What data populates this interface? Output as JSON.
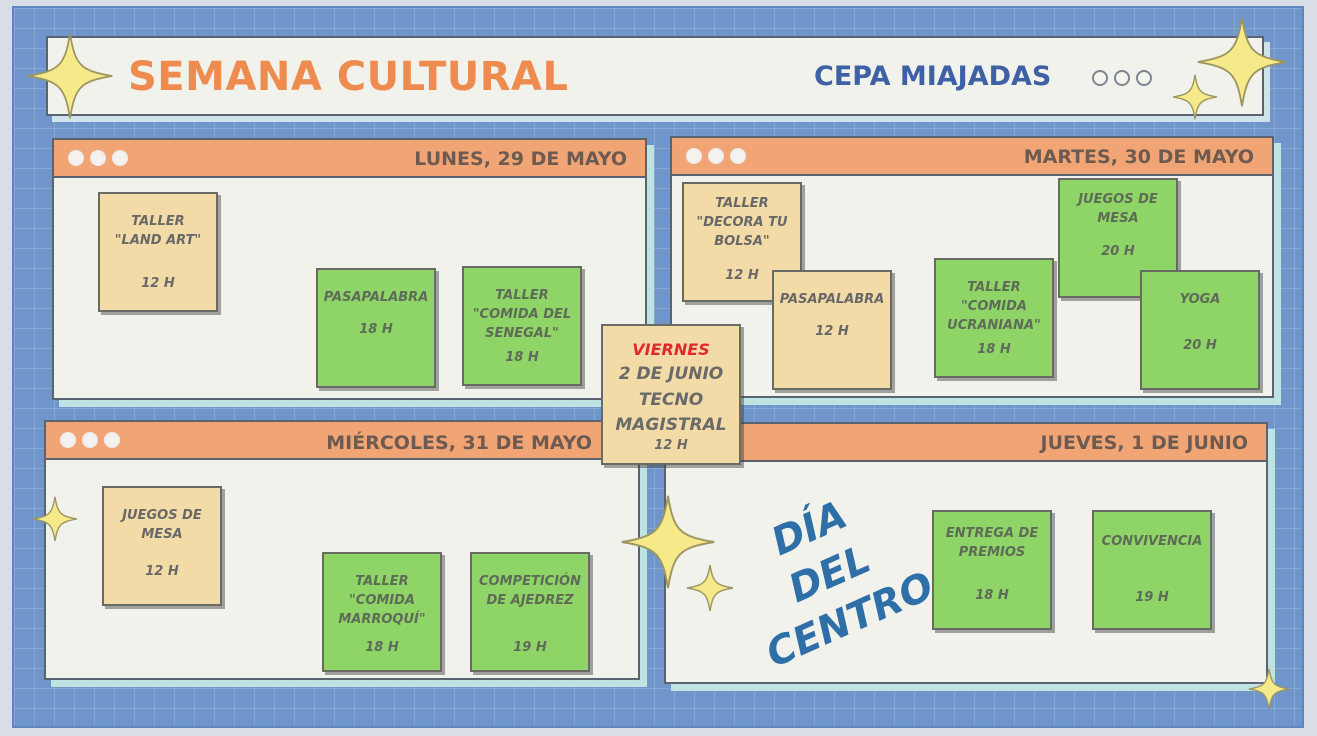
{
  "header": {
    "title": "SEMANA CULTURAL",
    "organization": "CEPA MIAJADAS"
  },
  "days": [
    {
      "title": "LUNES, 29 DE MAYO",
      "activities": [
        {
          "label": "TALLER\n\"LAND ART\"",
          "time": "12 H",
          "color": "beige"
        },
        {
          "label": "PASAPALABRA",
          "time": "18 H",
          "color": "green"
        },
        {
          "label": "TALLER\n\"COMIDA DEL\nSENEGAL\"",
          "time": "18 H",
          "color": "green"
        }
      ]
    },
    {
      "title": "MARTES, 30 DE MAYO",
      "activities": [
        {
          "label": "TALLER\n\"DECORA TU\nBOLSA\"",
          "time": "12 H",
          "color": "beige"
        },
        {
          "label": "PASAPALABRA",
          "time": "12 H",
          "color": "beige"
        },
        {
          "label": "TALLER\n\"COMIDA\nUCRANIANA\"",
          "time": "18 H",
          "color": "green"
        },
        {
          "label": "JUEGOS DE\nMESA",
          "time": "20 H",
          "color": "green"
        },
        {
          "label": "YOGA",
          "time": "20 H",
          "color": "green"
        }
      ]
    },
    {
      "title": "MIÉRCOLES, 31 DE MAYO",
      "activities": [
        {
          "label": "JUEGOS DE\nMESA",
          "time": "12 H",
          "color": "beige"
        },
        {
          "label": "TALLER\n\"COMIDA\nMARROQUÍ\"",
          "time": "18 H",
          "color": "green"
        },
        {
          "label": "COMPETICIÓN\nDE AJEDREZ",
          "time": "19 H",
          "color": "green"
        }
      ]
    },
    {
      "title": "JUEVES, 1 DE JUNIO",
      "highlight": "DÍA\nDEL\nCENTRO",
      "activities": [
        {
          "label": "ENTREGA DE\nPREMIOS",
          "time": "18 H",
          "color": "green"
        },
        {
          "label": "CONVIVENCIA",
          "time": "19 H",
          "color": "green"
        }
      ]
    }
  ],
  "friday": {
    "day": "VIERNES",
    "date": "2 DE JUNIO",
    "event": "TECNO\nMAGISTRAL",
    "time": "12 H"
  },
  "colors": {
    "background": "#6f95cb",
    "title_orange": "#ee8c4f",
    "title_blue": "#3e61a6",
    "panel_header": "#f1a574",
    "note_beige": "#f3dba7",
    "note_green": "#8fd467",
    "friday_red": "#e0292c",
    "dia_centro_blue": "#2f6fa8",
    "sparkle": "#f6e98a"
  }
}
